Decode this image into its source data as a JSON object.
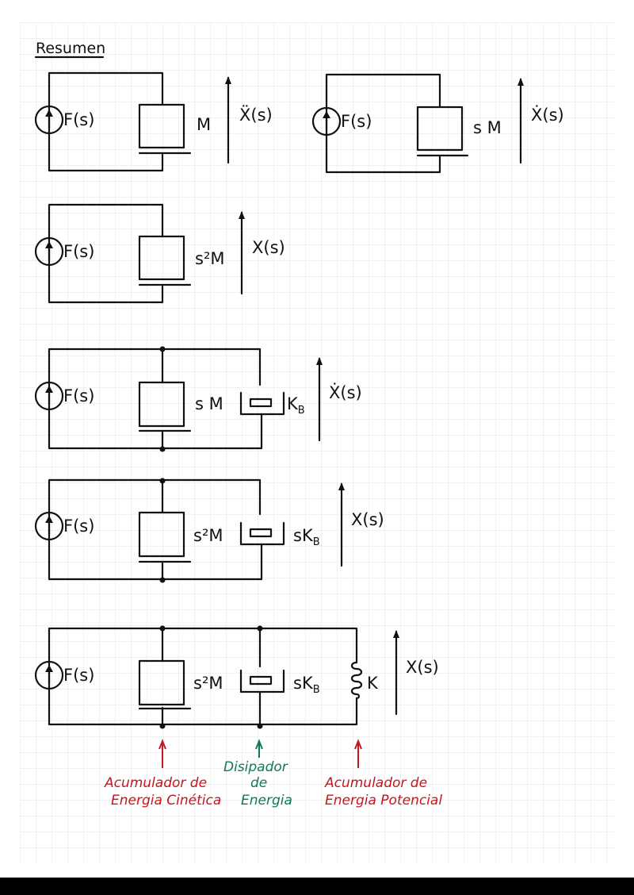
{
  "title": "Resumen",
  "circuits": [
    {
      "id": "c1",
      "source": "F(s)",
      "elements": [
        {
          "type": "mass",
          "label": "M"
        }
      ],
      "output": "Ẍ(s)"
    },
    {
      "id": "c2",
      "source": "F(s)",
      "elements": [
        {
          "type": "mass",
          "label": "s M"
        }
      ],
      "output": "Ẋ(s)"
    },
    {
      "id": "c3",
      "source": "F(s)",
      "elements": [
        {
          "type": "mass",
          "label": "s²M"
        }
      ],
      "output": "X(s)"
    },
    {
      "id": "c4",
      "source": "F(s)",
      "elements": [
        {
          "type": "mass",
          "label": "s M"
        },
        {
          "type": "damper",
          "label": "K_B"
        }
      ],
      "output": "Ẋ(s)"
    },
    {
      "id": "c5",
      "source": "F(s)",
      "elements": [
        {
          "type": "mass",
          "label": "s²M"
        },
        {
          "type": "damper",
          "label": "sK_B"
        }
      ],
      "output": "X(s)"
    },
    {
      "id": "c6",
      "source": "F(s)",
      "elements": [
        {
          "type": "mass",
          "label": "s²M"
        },
        {
          "type": "damper",
          "label": "sK_B"
        },
        {
          "type": "spring",
          "label": "K"
        }
      ],
      "output": "X(s)"
    }
  ],
  "annotations": {
    "kinetic": {
      "line1": "Acumulador de",
      "line2": "Energia Cinética",
      "color": "#c4161c"
    },
    "dissipator": {
      "line1": "Disipador",
      "line2": "de",
      "line3": "Energia",
      "color": "#0f7a55"
    },
    "potential": {
      "line1": "Acumulador de",
      "line2": "Energia Potencial",
      "color": "#c4161c"
    }
  },
  "labels": {
    "kb_sub": "B",
    "k_main": "K",
    "sk": "sK",
    "s": "s",
    "sq": "2",
    "M": "M"
  }
}
